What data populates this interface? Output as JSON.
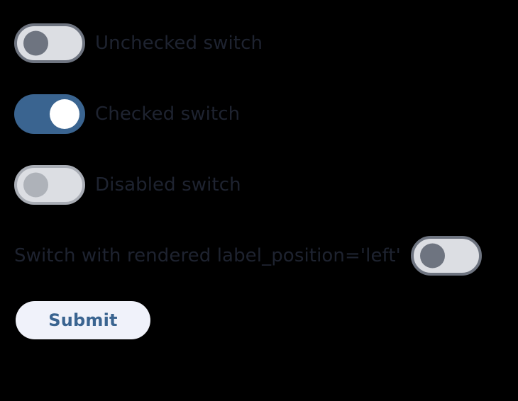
{
  "page": {
    "background": "#000000",
    "text_color": "#1e2330",
    "accent_color": "#3a6490",
    "track_off_color": "#dcdee3",
    "track_border_color": "#6e7480",
    "track_border_disabled_color": "#a9adb5",
    "thumb_off_color": "#6e7480",
    "thumb_disabled_color": "#aeb2b9",
    "thumb_on_color": "#ffffff",
    "button_bg_color": "#f0f2fa"
  },
  "switches": [
    {
      "label": "Unchecked switch",
      "state": "off",
      "checked": false,
      "disabled": false,
      "label_position": "right",
      "icon": "toggle-off-icon"
    },
    {
      "label": "Checked switch",
      "state": "on",
      "checked": true,
      "disabled": false,
      "label_position": "right",
      "icon": "toggle-on-icon"
    },
    {
      "label": "Disabled switch",
      "state": "off",
      "checked": false,
      "disabled": true,
      "label_position": "right",
      "icon": "toggle-off-disabled-icon"
    },
    {
      "label": "Switch with rendered label_position='left'",
      "state": "off",
      "checked": false,
      "disabled": false,
      "label_position": "left",
      "icon": "toggle-off-icon"
    }
  ],
  "actions": {
    "submit_label": "Submit"
  }
}
